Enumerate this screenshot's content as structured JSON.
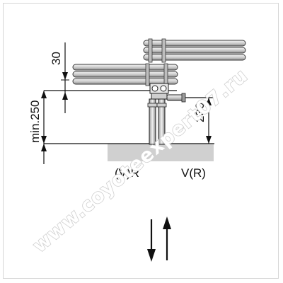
{
  "diagram": {
    "dimensions": {
      "top_gap": "30",
      "min_height": "min.250",
      "valve_height": "230"
    },
    "connections": {
      "left": "(V)R",
      "right": "V(R)"
    },
    "watermark": "www.coyoteexpert07.ru",
    "colors": {
      "line": "#111111",
      "tube_fill": "#d9d9d9",
      "tube_stroke": "#3a3a3a",
      "floor": "#d0d0d0",
      "watermark_stroke": "#cfcfcf"
    }
  }
}
